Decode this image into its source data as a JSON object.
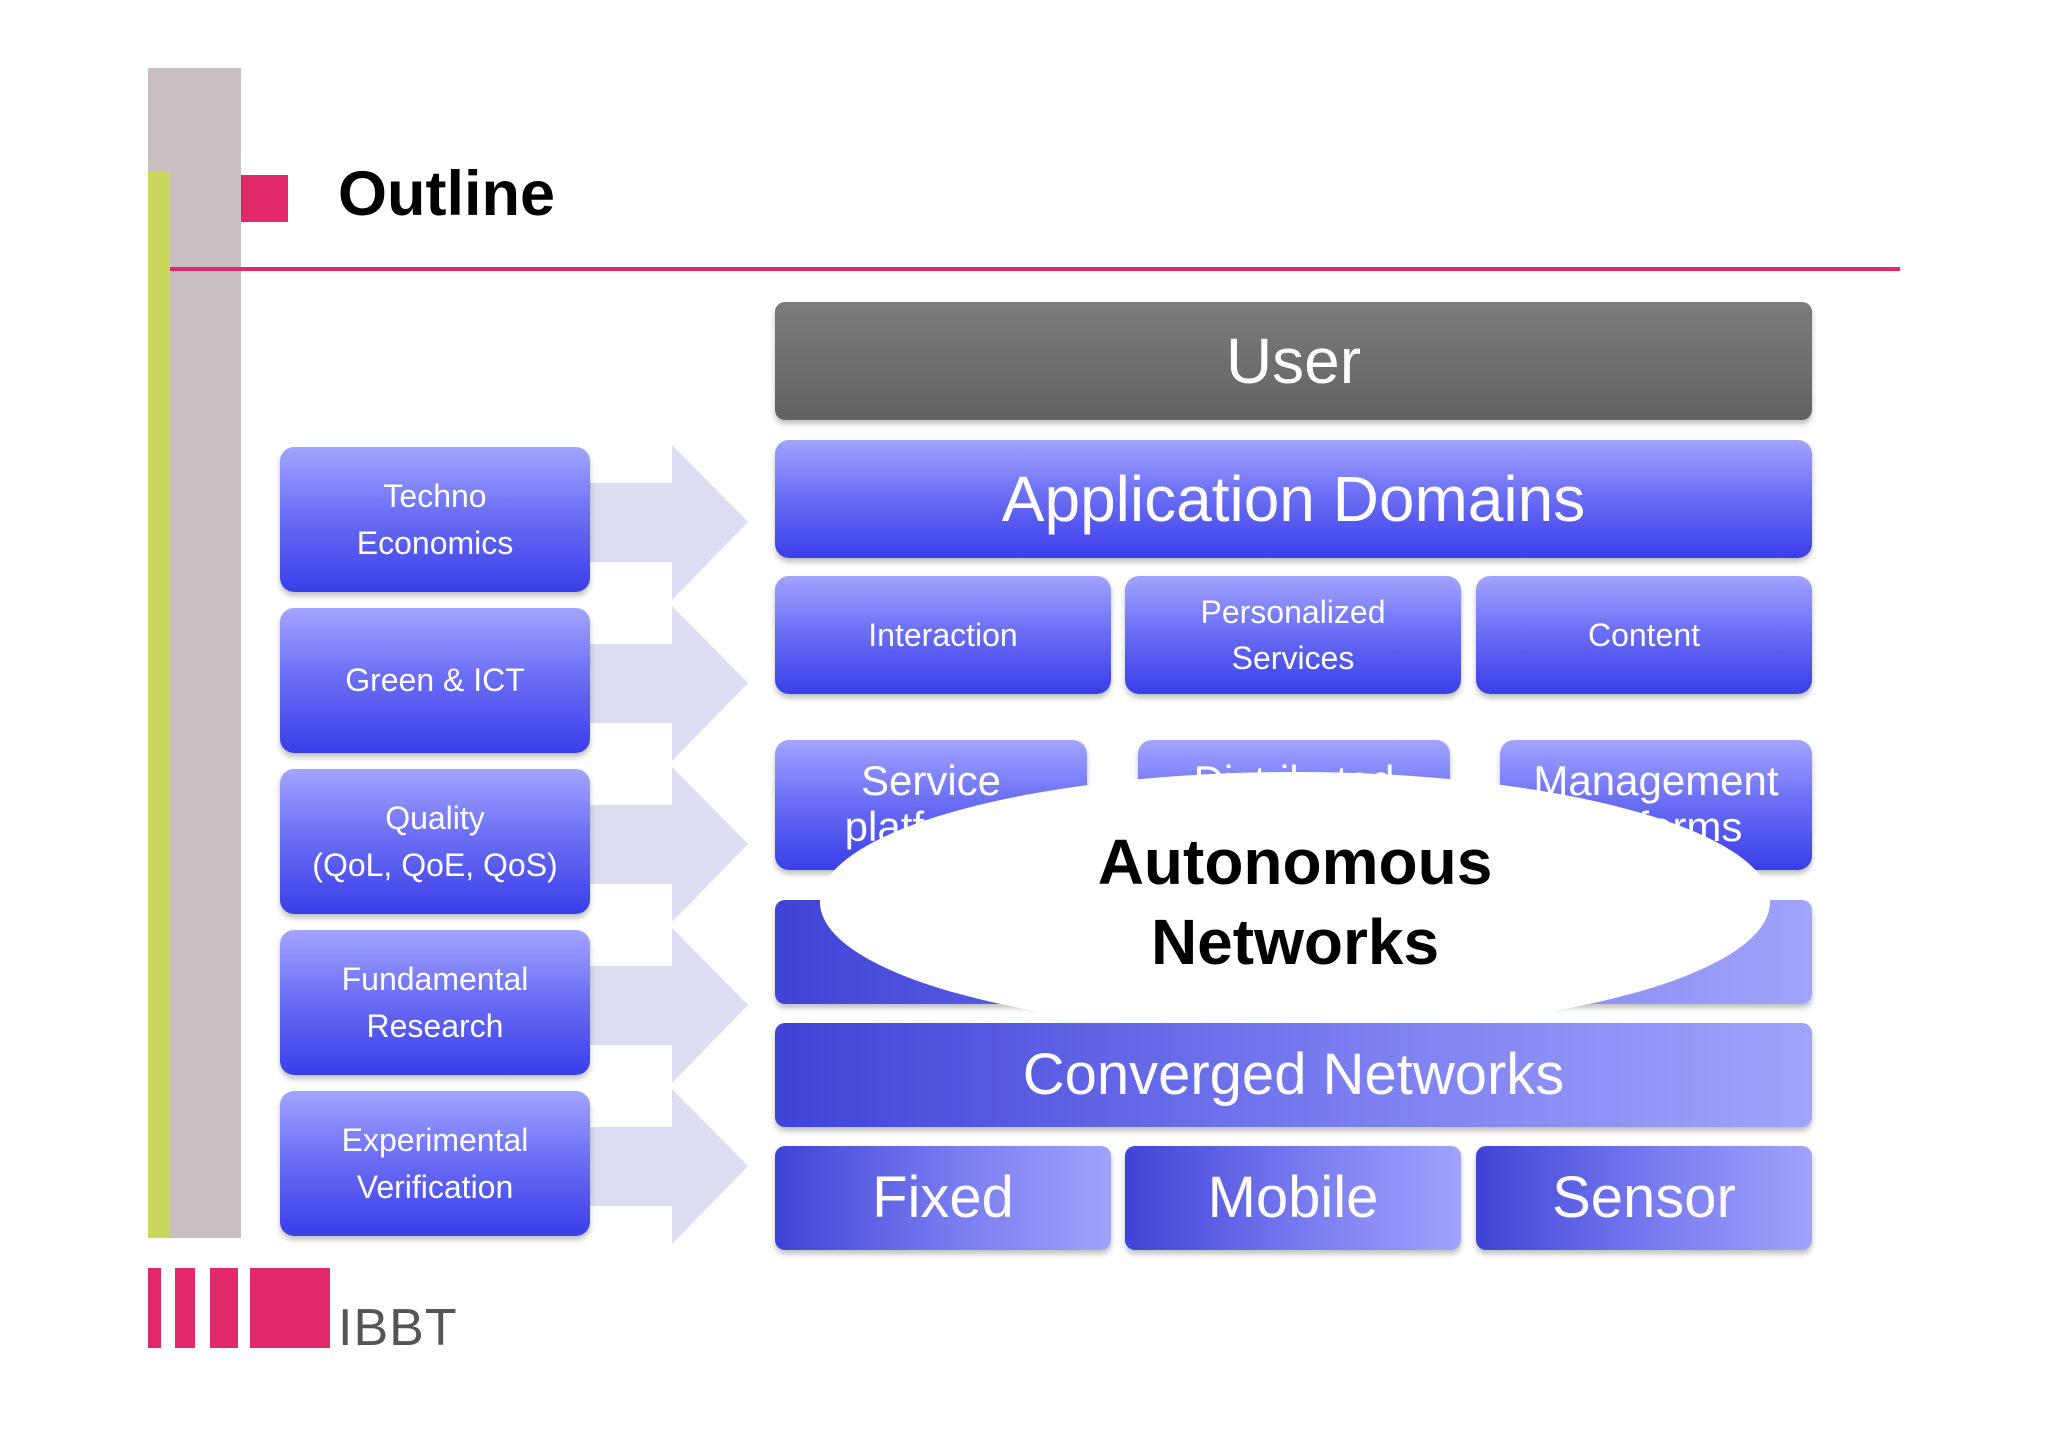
{
  "title": "Outline",
  "side_boxes": [
    {
      "line1": "Techno",
      "line2": "Economics"
    },
    {
      "line1": "Green & ICT",
      "line2": ""
    },
    {
      "line1": "Quality",
      "line2": "(QoL, QoE, QoS)"
    },
    {
      "line1": "Fundamental",
      "line2": "Research"
    },
    {
      "line1": "Experimental",
      "line2": "Verification"
    }
  ],
  "stack": {
    "user": "User",
    "application_domains": "Application Domains",
    "middle": [
      {
        "line1": "Interaction",
        "line2": ""
      },
      {
        "line1": "Personalized",
        "line2": "Services"
      },
      {
        "line1": "Content",
        "line2": ""
      }
    ],
    "platforms": [
      {
        "line1": "Service",
        "line2": "platforms"
      },
      {
        "line1": "Distributed",
        "line2": ""
      },
      {
        "line1": "Management",
        "line2": "platforms"
      }
    ],
    "autonomous": {
      "line1": "Autonomous",
      "line2": "Networks"
    },
    "converged": "Converged Networks",
    "access": [
      "Fixed",
      "Mobile",
      "Sensor"
    ]
  },
  "logo": {
    "text": "IBBT"
  },
  "colors": {
    "accent": "#e0286a",
    "lime": "#c9d85a",
    "blue": "#4b4fec",
    "user_grey": "#6c6c6c"
  }
}
